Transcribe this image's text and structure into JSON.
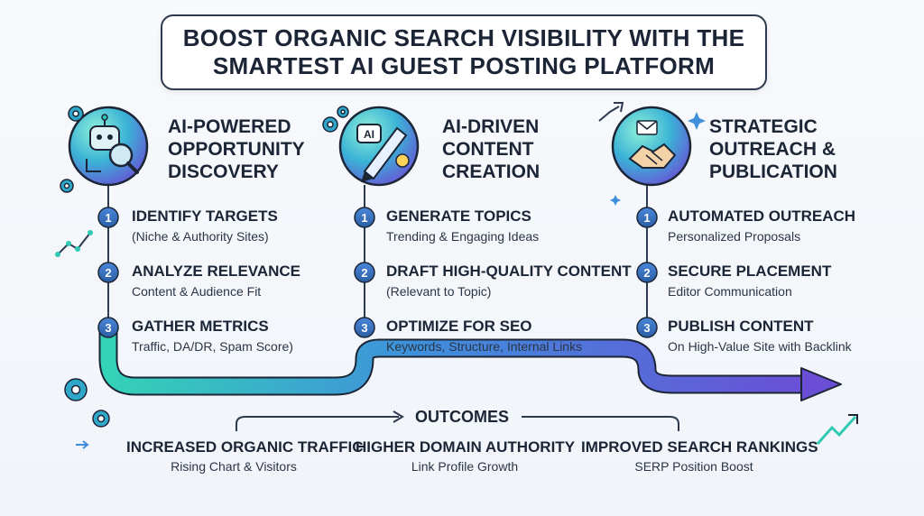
{
  "title": {
    "line1": "BOOST ORGANIC SEARCH VISIBILITY WITH THE",
    "line2": "SMARTEST AI GUEST POSTING PLATFORM"
  },
  "columns": [
    {
      "title_lines": [
        "AI-POWERED",
        "OPPORTUNITY",
        "DISCOVERY"
      ],
      "icon": "robot-magnifier-icon",
      "steps": [
        {
          "number": "1",
          "title": "IDENTIFY TARGETS",
          "subtitle": "(Niche & Authority Sites)"
        },
        {
          "number": "2",
          "title": "ANALYZE RELEVANCE",
          "subtitle": "Content & Audience Fit"
        },
        {
          "number": "3",
          "title": "GATHER METRICS",
          "subtitle": "Traffic, DA/DR, Spam Score)"
        }
      ]
    },
    {
      "title_lines": [
        "AI-DRIVEN",
        "CONTENT",
        "CREATION"
      ],
      "icon": "ai-pen-icon",
      "icon_badge": "AI",
      "steps": [
        {
          "number": "1",
          "title": "GENERATE TOPICS",
          "subtitle": "Trending & Engaging Ideas"
        },
        {
          "number": "2",
          "title": "DRAFT HIGH-QUALITY CONTENT",
          "subtitle": "(Relevant to Topic)"
        },
        {
          "number": "3",
          "title": "OPTIMIZE FOR SEO",
          "subtitle": "Keywords, Structure, Internal Links"
        }
      ]
    },
    {
      "title_lines": [
        "STRATEGIC",
        "OUTREACH &",
        "PUBLICATION"
      ],
      "icon": "handshake-icon",
      "steps": [
        {
          "number": "1",
          "title": "AUTOMATED OUTREACH",
          "subtitle": "Personalized Proposals"
        },
        {
          "number": "2",
          "title": "SECURE PLACEMENT",
          "subtitle": "Editor Communication"
        },
        {
          "number": "3",
          "title": "PUBLISH CONTENT",
          "subtitle": "On High-Value Site with Backlink"
        }
      ]
    }
  ],
  "outcomes": {
    "label": "OUTCOMES",
    "items": [
      {
        "title": "INCREASED ORGANIC TRAFFIC",
        "subtitle": "Rising Chart & Visitors"
      },
      {
        "title": "HIGHER DOMAIN AUTHORITY",
        "subtitle": "Link Profile Growth"
      },
      {
        "title": "IMPROVED SEARCH RANKINGS",
        "subtitle": "SERP Position Boost"
      }
    ]
  },
  "colors": {
    "teal": "#2fc9b4",
    "blue": "#3f7fd9",
    "purple": "#6a4fd6",
    "badge": "#2f6fb8",
    "ink": "#1b2536"
  }
}
